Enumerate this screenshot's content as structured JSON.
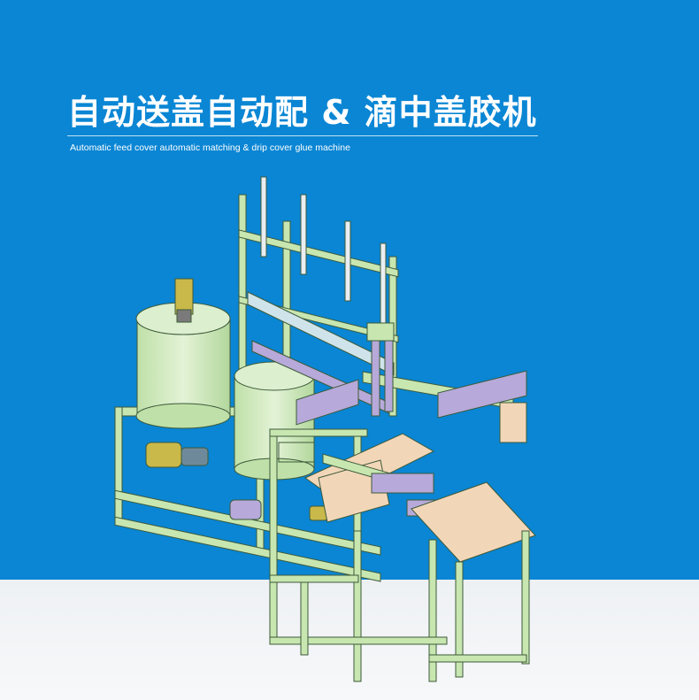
{
  "header": {
    "title": "自动送盖自动配 & 滴中盖胶机",
    "subtitle": "Automatic feed cover automatic matching & drip cover glue machine"
  },
  "colors": {
    "background_blue": "#0a86d4",
    "frame_green": "#c8e6b0",
    "tank_green": "#d6ecc4",
    "actuator_purple": "#b7a9d9",
    "motor_yellow": "#c9b84a",
    "plate_tan": "#f2d6b8"
  },
  "illustration": {
    "icon": "machine-cad-illustration"
  }
}
